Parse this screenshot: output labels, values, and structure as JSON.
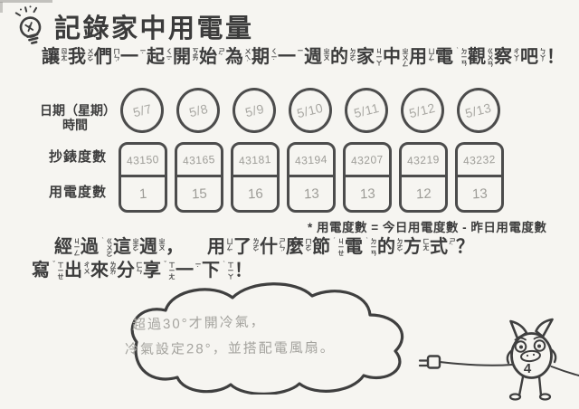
{
  "page": {
    "title": "記錄家中用電量",
    "page_number": "4"
  },
  "icons": {
    "header": "lightbulb-icon",
    "footer": "power-plug-icon",
    "mascot": "pig-plug-character"
  },
  "subtitle": {
    "text": "讓我們一起開始為期一週的家中用電觀察吧！",
    "pairs": [
      {
        "c": "讓",
        "z": "ㄖㄤˋ"
      },
      {
        "c": "我",
        "z": "ㄨㄛˇ"
      },
      {
        "c": "們",
        "z": "ㄇㄣ˙"
      },
      {
        "c": "一",
        "z": "ㄧˋ"
      },
      {
        "c": "起",
        "z": "ㄑㄧˇ"
      },
      {
        "c": "開",
        "z": "ㄎㄞ"
      },
      {
        "c": "始",
        "z": "ㄕˇ"
      },
      {
        "c": "為",
        "z": "ㄨㄟˊ"
      },
      {
        "c": "期",
        "z": "ㄑㄧˊ"
      },
      {
        "c": "一",
        "z": "ㄧ"
      },
      {
        "c": "週",
        "z": "ㄓㄡ"
      },
      {
        "c": "的",
        "z": "ㄉㄜ˙"
      },
      {
        "c": "家",
        "z": "ㄐㄧㄚ"
      },
      {
        "c": "中",
        "z": "ㄓㄨㄥ"
      },
      {
        "c": "用",
        "z": "ㄩㄥˋ"
      },
      {
        "c": "電",
        "z": "ㄉㄧㄢˋ"
      },
      {
        "c": "觀",
        "z": "ㄍㄨㄢ"
      },
      {
        "c": "察",
        "z": "ㄔㄚˊ"
      },
      {
        "c": "吧",
        "z": "ㄅㄚ˙"
      },
      {
        "c": "！",
        "z": ""
      }
    ]
  },
  "table": {
    "labels": {
      "date_line1": "日期（星期）",
      "date_line2": "時間",
      "meter": "抄錶度數",
      "usage": "用電度數"
    },
    "note": "* 用電度數 = 今日用電度數 - 昨日用電度數",
    "days": [
      {
        "date": "5/7",
        "meter": "43150",
        "usage": "1"
      },
      {
        "date": "5/8",
        "meter": "43165",
        "usage": "15"
      },
      {
        "date": "5/9",
        "meter": "43181",
        "usage": "16"
      },
      {
        "date": "5/10",
        "meter": "43194",
        "usage": "13"
      },
      {
        "date": "5/11",
        "meter": "43207",
        "usage": "13"
      },
      {
        "date": "5/12",
        "meter": "43219",
        "usage": "12"
      },
      {
        "date": "5/13",
        "meter": "43232",
        "usage": "13"
      }
    ]
  },
  "question": {
    "text_line1": "經過這週，　用了什麼節電的方式？",
    "text_line2": "寫出來分享一下！",
    "line1_pairs": [
      {
        "c": "經",
        "z": "ㄐㄧㄥ"
      },
      {
        "c": "過",
        "z": "ㄍㄨㄛˋ"
      },
      {
        "c": "這",
        "z": "ㄓㄜˋ"
      },
      {
        "c": "週",
        "z": "ㄓㄡ"
      },
      {
        "c": "，",
        "z": ""
      },
      {
        "c": "　",
        "z": ""
      },
      {
        "c": "用",
        "z": "ㄩㄥˋ"
      },
      {
        "c": "了",
        "z": "ㄌㄜ˙"
      },
      {
        "c": "什",
        "z": "ㄕㄣˊ"
      },
      {
        "c": "麼",
        "z": "ㄇㄜ˙"
      },
      {
        "c": "節",
        "z": "ㄐㄧㄝˊ"
      },
      {
        "c": "電",
        "z": "ㄉㄧㄢˋ"
      },
      {
        "c": "的",
        "z": "ㄉㄜ˙"
      },
      {
        "c": "方",
        "z": "ㄈㄤ"
      },
      {
        "c": "式",
        "z": "ㄕˋ"
      },
      {
        "c": "？",
        "z": ""
      }
    ],
    "line2_pairs": [
      {
        "c": "寫",
        "z": "ㄒㄧㄝˇ"
      },
      {
        "c": "出",
        "z": "ㄔㄨ"
      },
      {
        "c": "來",
        "z": "ㄌㄞˊ"
      },
      {
        "c": "分",
        "z": "ㄈㄣ"
      },
      {
        "c": "享",
        "z": "ㄒㄧㄤˇ"
      },
      {
        "c": "一",
        "z": "ㄧˊ"
      },
      {
        "c": "下",
        "z": "ㄒㄧㄚˋ"
      },
      {
        "c": "！",
        "z": ""
      }
    ]
  },
  "cloud": {
    "lines": [
      "超過30°才開冷氣，",
      "冷氣設定28°，並搭配電風扇。"
    ]
  },
  "colors": {
    "paper": "#f6f5f1",
    "ink": "#3d3d3d",
    "table_border": "#4c4c4c",
    "pencil": "#9d9c97"
  }
}
